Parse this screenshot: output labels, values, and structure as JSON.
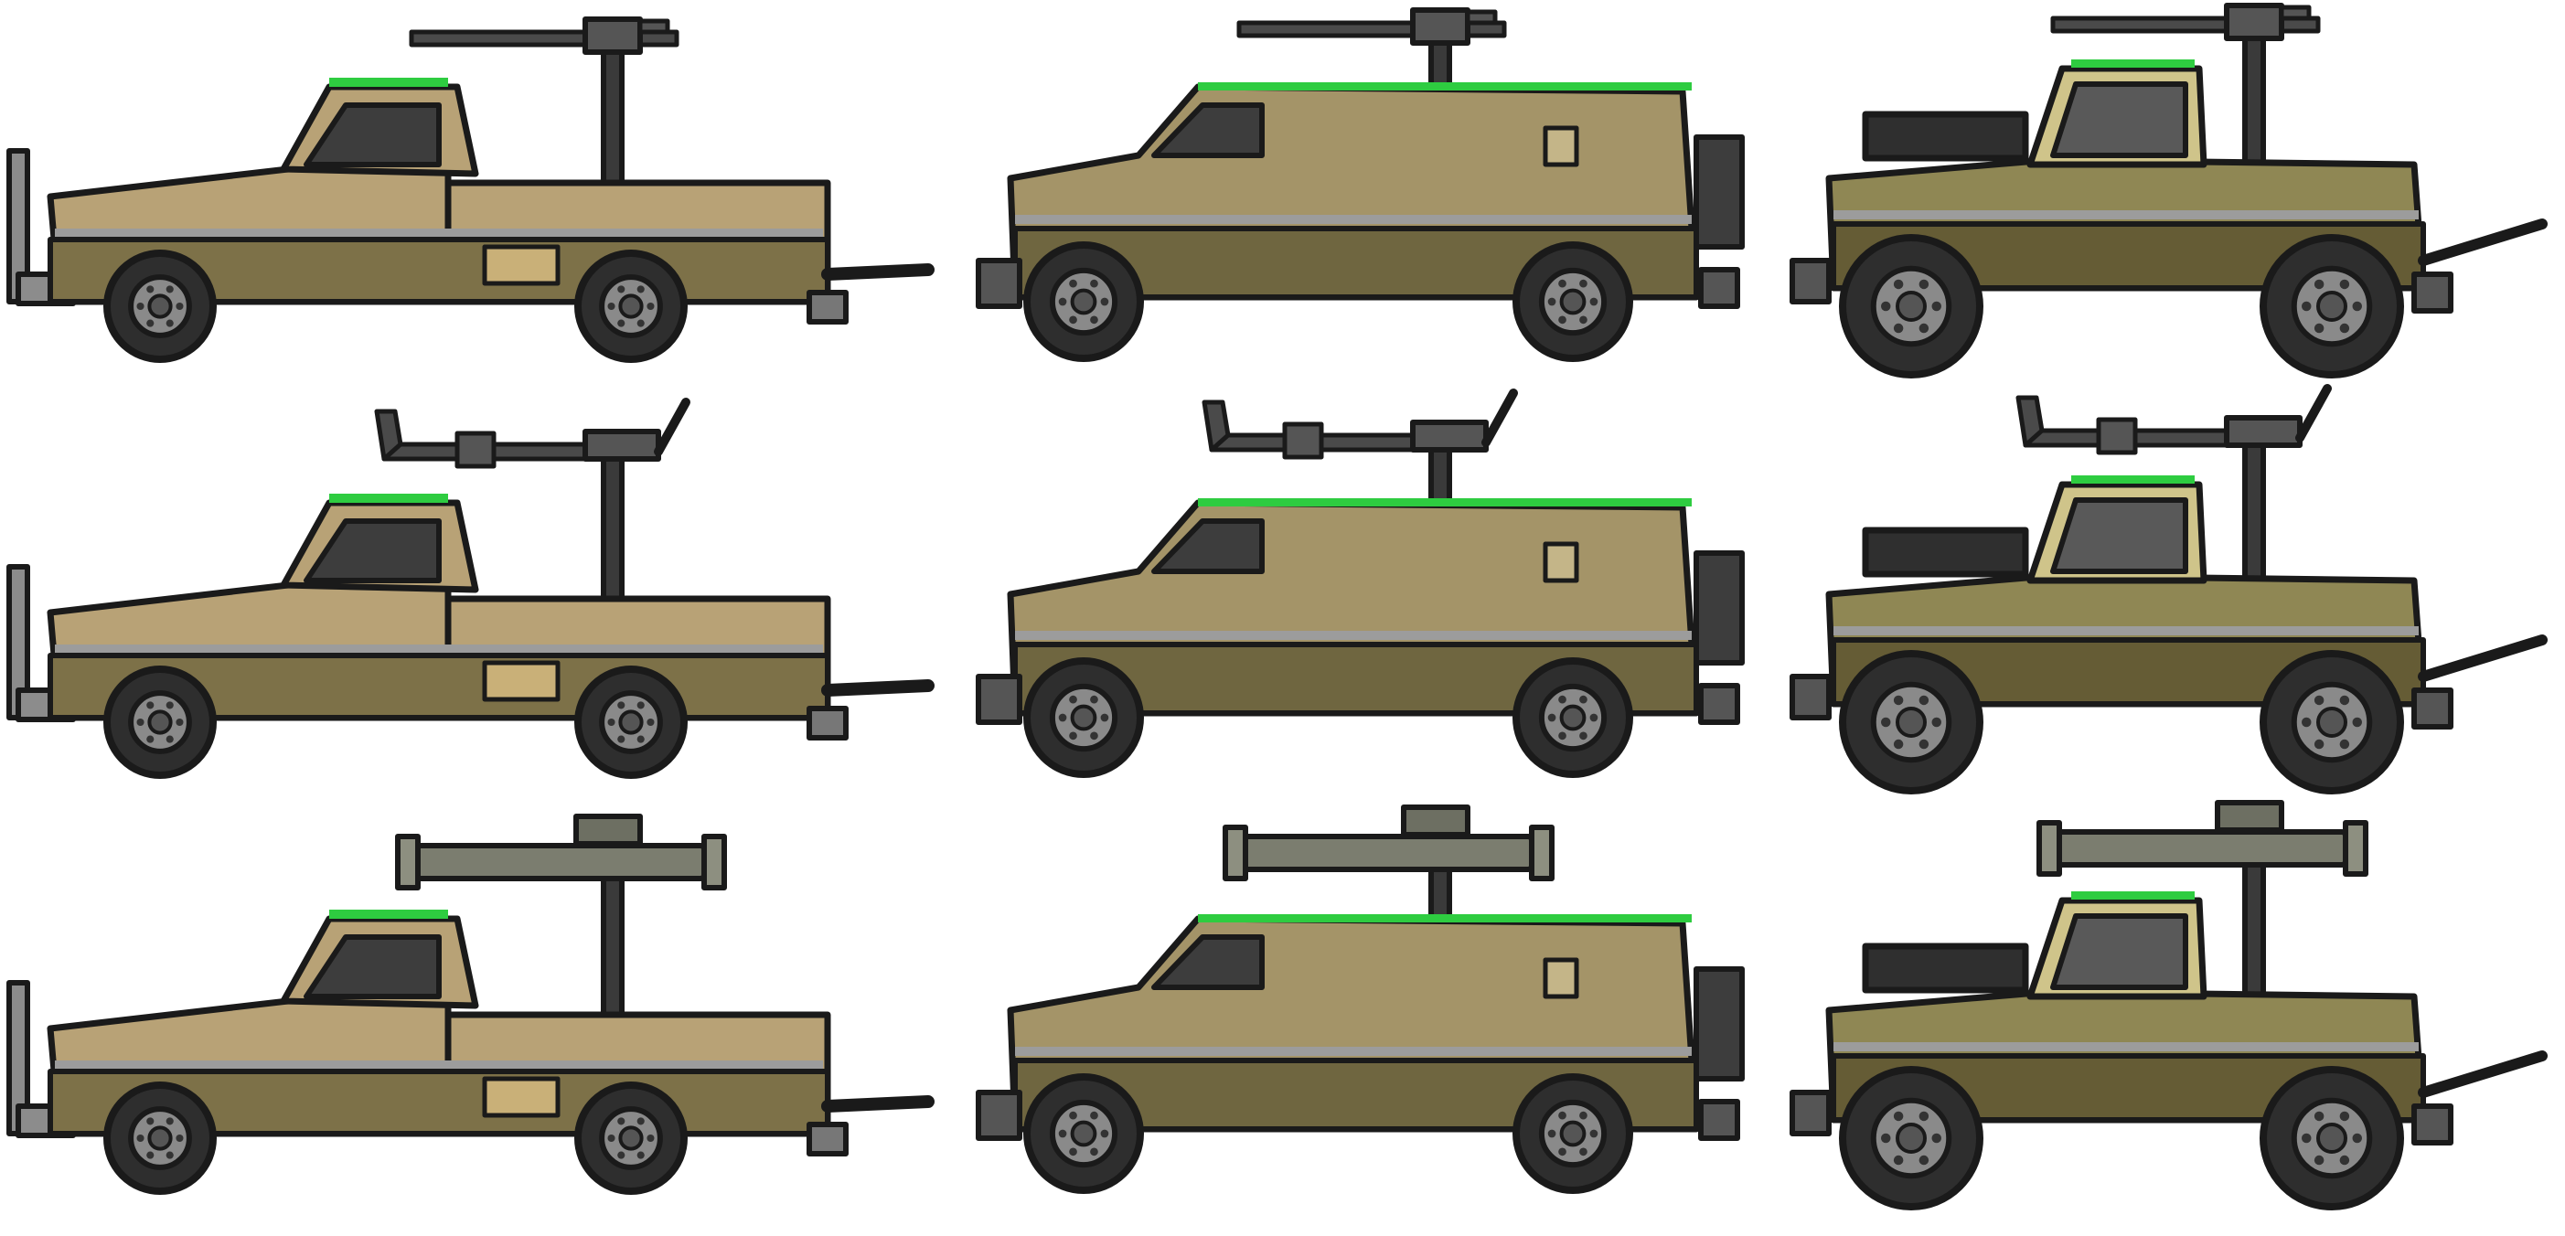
{
  "sheet": {
    "columns": [
      {
        "model": "pickup",
        "body_color": "#b8a276",
        "lower_color": "#7d7148"
      },
      {
        "model": "van",
        "body_color": "#a49468",
        "lower_color": "#6f6640"
      },
      {
        "model": "offroad",
        "body_color": "#8f8754",
        "lower_color": "#655c35"
      }
    ],
    "rows": [
      {
        "weapon": "heavy-machine-gun"
      },
      {
        "weapon": "assault-rifle"
      },
      {
        "weapon": "rocket-launcher"
      }
    ]
  },
  "colors": {
    "outline": "#1a1a1a",
    "roof_light": "#2ecc40",
    "gun_metal": "#3a3a3a",
    "launcher": "#7b7d6f",
    "window": "#3d3d3d",
    "tire": "#2e2e2e",
    "rim": "#8a8a8a",
    "stripe": "#9c9c9c"
  }
}
